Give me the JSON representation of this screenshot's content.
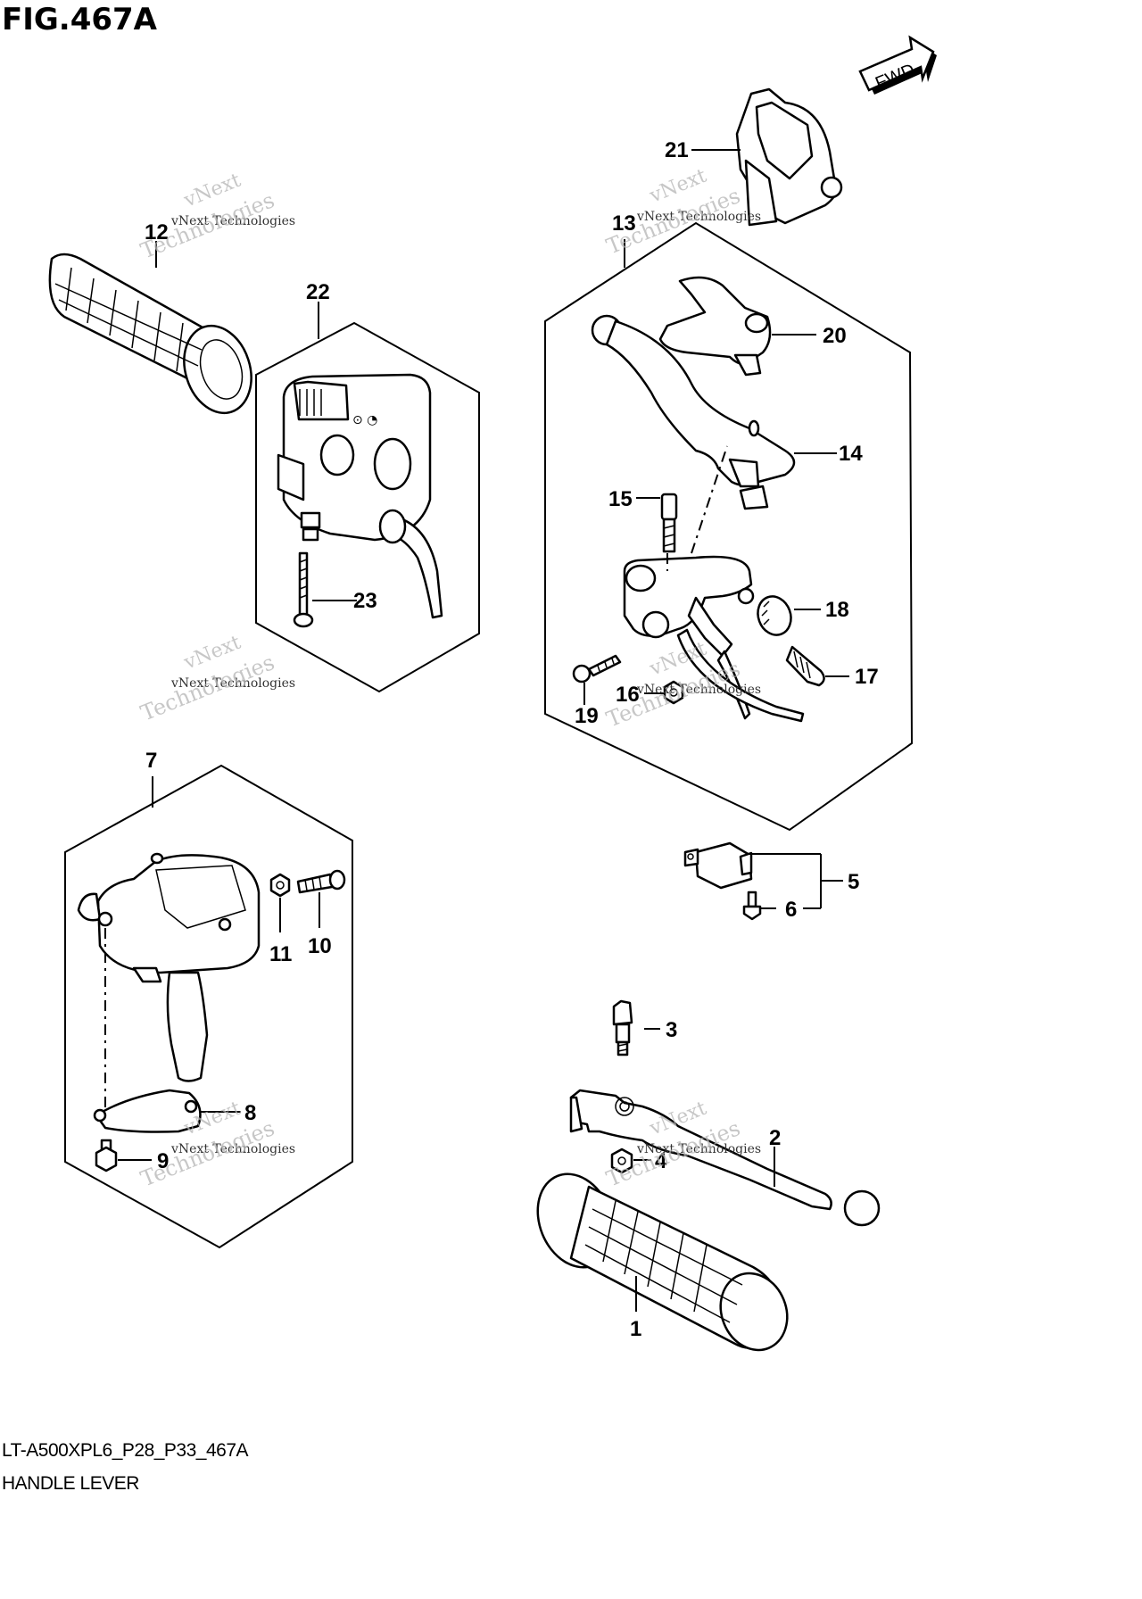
{
  "figure": {
    "title": "FIG.467A",
    "code": "LT-A500XPL6_P28_P33_467A",
    "name": "HANDLE LEVER",
    "fwd_label": "FWD"
  },
  "watermark": {
    "line1": "vNext",
    "line2": "vNext Technologies",
    "line3": "Technologies"
  },
  "callouts": [
    {
      "id": "c1",
      "label": "1"
    },
    {
      "id": "c2",
      "label": "2"
    },
    {
      "id": "c3",
      "label": "3"
    },
    {
      "id": "c4",
      "label": "4"
    },
    {
      "id": "c5",
      "label": "5"
    },
    {
      "id": "c6",
      "label": "6"
    },
    {
      "id": "c7",
      "label": "7"
    },
    {
      "id": "c8",
      "label": "8"
    },
    {
      "id": "c9",
      "label": "9"
    },
    {
      "id": "c10",
      "label": "10"
    },
    {
      "id": "c11",
      "label": "11"
    },
    {
      "id": "c12",
      "label": "12"
    },
    {
      "id": "c13",
      "label": "13"
    },
    {
      "id": "c14",
      "label": "14"
    },
    {
      "id": "c15",
      "label": "15"
    },
    {
      "id": "c16",
      "label": "16"
    },
    {
      "id": "c17",
      "label": "17"
    },
    {
      "id": "c18",
      "label": "18"
    },
    {
      "id": "c19",
      "label": "19"
    },
    {
      "id": "c20",
      "label": "20"
    },
    {
      "id": "c21",
      "label": "21"
    },
    {
      "id": "c22",
      "label": "22"
    },
    {
      "id": "c23",
      "label": "23"
    }
  ]
}
